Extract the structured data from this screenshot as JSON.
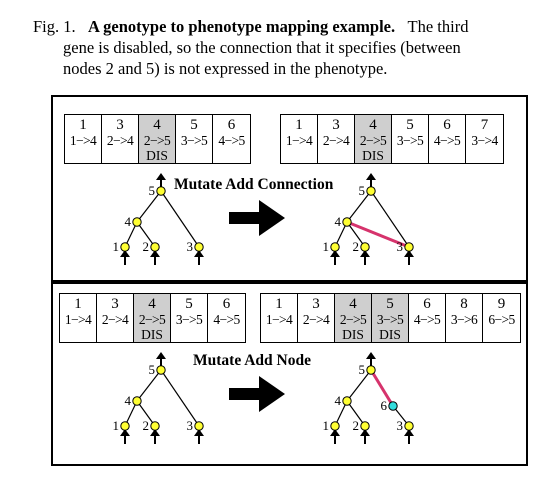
{
  "caption": {
    "label": "Fig. 1.",
    "title": "A genotype to phenotype mapping example.",
    "text_line1": "The third",
    "text_line2": "gene is disabled, so the connection that it specifies (between",
    "text_line3": "nodes 2 and 5) is not expressed in the phenotype."
  },
  "panels": [
    {
      "operation": "Mutate Add Connection",
      "before_genes": [
        {
          "num": "1",
          "conn": "1−>4",
          "dis": ""
        },
        {
          "num": "3",
          "conn": "2−>4",
          "dis": ""
        },
        {
          "num": "4",
          "conn": "2−>5",
          "dis": "DIS"
        },
        {
          "num": "5",
          "conn": "3−>5",
          "dis": ""
        },
        {
          "num": "6",
          "conn": "4−>5",
          "dis": ""
        }
      ],
      "after_genes": [
        {
          "num": "1",
          "conn": "1−>4",
          "dis": ""
        },
        {
          "num": "3",
          "conn": "2−>4",
          "dis": ""
        },
        {
          "num": "4",
          "conn": "2−>5",
          "dis": "DIS"
        },
        {
          "num": "5",
          "conn": "3−>5",
          "dis": ""
        },
        {
          "num": "6",
          "conn": "4−>5",
          "dis": ""
        },
        {
          "num": "7",
          "conn": "3−>4",
          "dis": ""
        }
      ]
    },
    {
      "operation": "Mutate Add Node",
      "before_genes": [
        {
          "num": "1",
          "conn": "1−>4",
          "dis": ""
        },
        {
          "num": "3",
          "conn": "2−>4",
          "dis": ""
        },
        {
          "num": "4",
          "conn": "2−>5",
          "dis": "DIS"
        },
        {
          "num": "5",
          "conn": "3−>5",
          "dis": ""
        },
        {
          "num": "6",
          "conn": "4−>5",
          "dis": ""
        }
      ],
      "after_genes": [
        {
          "num": "1",
          "conn": "1−>4",
          "dis": ""
        },
        {
          "num": "3",
          "conn": "2−>4",
          "dis": ""
        },
        {
          "num": "4",
          "conn": "2−>5",
          "dis": "DIS"
        },
        {
          "num": "5",
          "conn": "3−>5",
          "dis": "DIS"
        },
        {
          "num": "6",
          "conn": "4−>5",
          "dis": ""
        },
        {
          "num": "8",
          "conn": "3−>6",
          "dis": ""
        },
        {
          "num": "9",
          "conn": "6−>5",
          "dis": ""
        }
      ]
    }
  ],
  "node_labels": {
    "n1": "1",
    "n2": "2",
    "n3": "3",
    "n4": "4",
    "n5": "5",
    "n6": "6"
  },
  "colors": {
    "node_fill": "#ffff33",
    "new_node_fill": "#33dddd",
    "new_connection": "#d6336c",
    "disabled_gene": "#cfcfcf"
  }
}
